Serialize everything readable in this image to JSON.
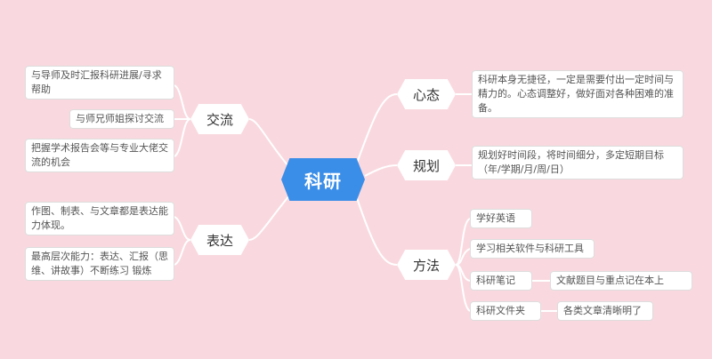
{
  "center": "科研",
  "topics": {
    "jiaoliu": "交流",
    "biaoda": "表达",
    "xintai": "心态",
    "guihua": "规划",
    "fangfa": "方法"
  },
  "leaves": {
    "jiaoliu_1": "与导师及时汇报科研进展/寻求帮助",
    "jiaoliu_2": "与师兄师姐探讨交流",
    "jiaoliu_3": "把握学术报告会等与专业大佬交流的机会",
    "biaoda_1": "作图、制表、与文章都是表达能力体现。",
    "biaoda_2": "最高层次能力：表达、汇报（思维、讲故事）不断练习 锻炼",
    "xintai_1": "科研本身无捷径，一定是需要付出一定时间与精力的。心态调整好，做好面对各种困难的准备。",
    "guihua_1": "规划好时间段，将时间细分，多定短期目标（年/学期/月/周/日）",
    "fangfa_1": "学好英语",
    "fangfa_2": "学习相关软件与科研工具",
    "fangfa_3": "科研笔记",
    "fangfa_3_sub": "文献题目与重点记在本上",
    "fangfa_4": "科研文件夹",
    "fangfa_4_sub": "各类文章清晰明了"
  },
  "colors": {
    "background": "#f9d9df",
    "center": "#3b8ee8",
    "line": "#ffffff"
  }
}
